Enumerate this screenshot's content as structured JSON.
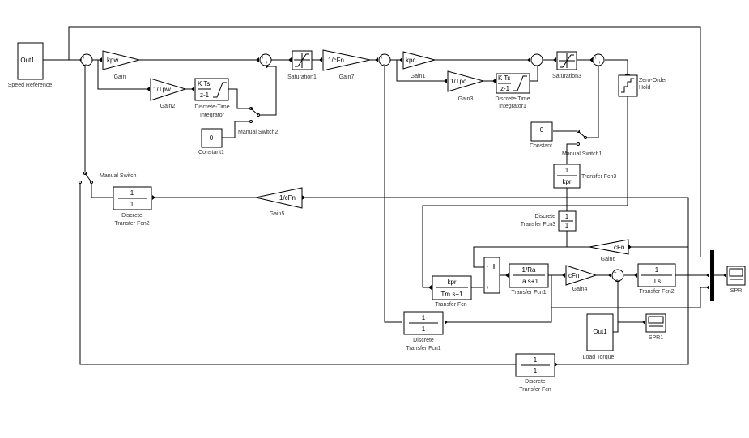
{
  "blocks": {
    "speed_ref": {
      "text": "Out1",
      "label": "Speed Reference"
    },
    "gain": {
      "text": "kpw",
      "label": "Gain"
    },
    "gain2": {
      "text": "1/Tpw",
      "label": "Gain2"
    },
    "dti": {
      "num": "K Ts",
      "den": "z-1",
      "label1": "Discrete-Time",
      "label2": "Integrator"
    },
    "constant1": {
      "text": "0",
      "label": "Constant1"
    },
    "msw2": {
      "label": "Manual Switch2"
    },
    "sat1": {
      "label": "Saturation1"
    },
    "gain7": {
      "text": "1/cFn",
      "label": "Gain7"
    },
    "gain1": {
      "text": "kpc",
      "label": "Gain1"
    },
    "gain3": {
      "text": "1/Tpc",
      "label": "Gain3"
    },
    "dti1": {
      "num": "K Ts",
      "den": "z-1",
      "label1": "Discrete-Time",
      "label2": "Integrator1"
    },
    "sat3": {
      "label": "Saturation3"
    },
    "zoh": {
      "label1": "Zero-Order",
      "label2": "Hold"
    },
    "constant": {
      "text": "0",
      "label": "Constant"
    },
    "msw1": {
      "label": "Manual Switch1"
    },
    "tfcn3": {
      "num": "1",
      "den": "kpr",
      "label": "Transfer Fcn3"
    },
    "dtfcn3": {
      "num": "1",
      "den": "1",
      "label1": "Discrete",
      "label2": "Transfer Fcn3"
    },
    "msw": {
      "label": "Manual Switch"
    },
    "dtfcn2": {
      "num": "1",
      "den": "1",
      "label1": "Discrete",
      "label2": "Transfer Fcn2"
    },
    "gain5": {
      "text": "1/cFn",
      "label": "Gain5"
    },
    "gain6": {
      "text": "cFn",
      "label": "Gain6"
    },
    "tfcn": {
      "num": "kpr",
      "den": "Tm.s+1",
      "label": "Transfer Fcn"
    },
    "tfcn1": {
      "num": "1/Ra",
      "den": "Ta.s+1",
      "label": "Transfer Fcn1"
    },
    "gain4": {
      "text": "cFn",
      "label": "Gain4"
    },
    "tfcn2": {
      "num": "1",
      "den": "J.s",
      "label": "Transfer Fcn2"
    },
    "spr": {
      "label": "SPR"
    },
    "spr1": {
      "label": "SPR1"
    },
    "load": {
      "text": "Out1",
      "label": "Load Torque"
    },
    "dtfcn1": {
      "num": "1",
      "den": "1",
      "label1": "Discrete",
      "label2": "Transfer Fcn1"
    },
    "dtfcn": {
      "num": "1",
      "den": "1",
      "label1": "Discrete",
      "label2": "Transfer Fcn"
    }
  },
  "signs": {
    "plus": "+",
    "minus": "-"
  }
}
